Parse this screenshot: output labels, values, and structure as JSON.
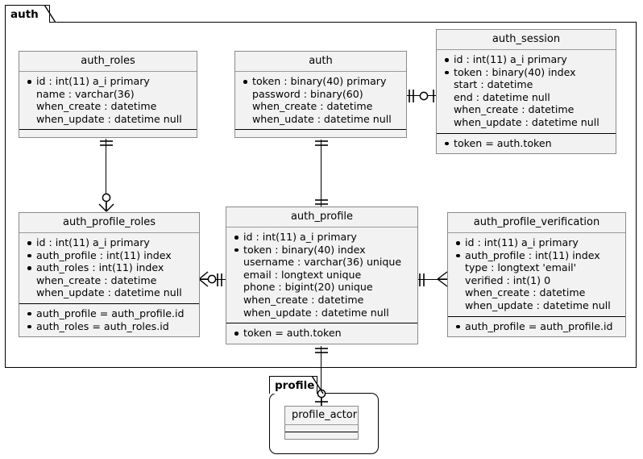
{
  "diagram": {
    "type": "entity-relationship-diagram",
    "packages": [
      {
        "id": "auth",
        "label": "auth"
      },
      {
        "id": "profile",
        "label": "profile"
      }
    ]
  },
  "entities": [
    {
      "id": "auth_roles",
      "package": "auth",
      "title": "auth_roles",
      "attributes": [
        {
          "text": "id : int(11) a_i primary",
          "key": true
        },
        {
          "text": "name : varchar(36)",
          "key": false
        },
        {
          "text": "when_create : datetime",
          "key": false
        },
        {
          "text": "when_update : datetime null",
          "key": false
        }
      ],
      "foreign_keys": []
    },
    {
      "id": "auth",
      "package": "auth",
      "title": "auth",
      "attributes": [
        {
          "text": "token : binary(40) primary",
          "key": true
        },
        {
          "text": "password : binary(60)",
          "key": false
        },
        {
          "text": "when_create : datetime",
          "key": false
        },
        {
          "text": "when_udate : datetime null",
          "key": false
        }
      ],
      "foreign_keys": []
    },
    {
      "id": "auth_session",
      "package": "auth",
      "title": "auth_session",
      "attributes": [
        {
          "text": "id : int(11) a_i primary",
          "key": true
        },
        {
          "text": "token : binary(40) index",
          "key": true
        },
        {
          "text": "start : datetime",
          "key": false
        },
        {
          "text": "end : datetime null",
          "key": false
        },
        {
          "text": "when_create : datetime",
          "key": false
        },
        {
          "text": "when_update : datetime null",
          "key": false
        }
      ],
      "foreign_keys": [
        {
          "text": "token = auth.token",
          "key": true
        }
      ]
    },
    {
      "id": "auth_profile_roles",
      "package": "auth",
      "title": "auth_profile_roles",
      "attributes": [
        {
          "text": "id : int(11) a_i primary",
          "key": true
        },
        {
          "text": "auth_profile : int(11) index",
          "key": true
        },
        {
          "text": "auth_roles : int(11) index",
          "key": true
        },
        {
          "text": "when_create : datetime",
          "key": false
        },
        {
          "text": "when_update : datetime null",
          "key": false
        }
      ],
      "foreign_keys": [
        {
          "text": "auth_profile = auth_profile.id",
          "key": true
        },
        {
          "text": "auth_roles = auth_roles.id",
          "key": true
        }
      ]
    },
    {
      "id": "auth_profile",
      "package": "auth",
      "title": "auth_profile",
      "attributes": [
        {
          "text": "id : int(11) a_i primary",
          "key": true
        },
        {
          "text": "token : binary(40) index",
          "key": true
        },
        {
          "text": "username : varchar(36) unique",
          "key": false
        },
        {
          "text": "email : longtext unique",
          "key": false
        },
        {
          "text": "phone : bigint(20) unique",
          "key": false
        },
        {
          "text": "when_create : datetime",
          "key": false
        },
        {
          "text": "when_update : datetime null",
          "key": false
        }
      ],
      "foreign_keys": [
        {
          "text": "token = auth.token",
          "key": true
        }
      ]
    },
    {
      "id": "auth_profile_verification",
      "package": "auth",
      "title": "auth_profile_verification",
      "attributes": [
        {
          "text": "id : int(11) a_i primary",
          "key": true
        },
        {
          "text": "auth_profile : int(11) index",
          "key": true
        },
        {
          "text": "type : longtext 'email'",
          "key": false
        },
        {
          "text": "verified : int(1) 0",
          "key": false
        },
        {
          "text": "when_create : datetime",
          "key": false
        },
        {
          "text": "when_update : datetime null",
          "key": false
        }
      ],
      "foreign_keys": [
        {
          "text": "auth_profile = auth_profile.id",
          "key": true
        }
      ]
    },
    {
      "id": "profile_actor",
      "package": "profile",
      "title": "profile_actor",
      "attributes": [],
      "foreign_keys": []
    }
  ],
  "relationships": [
    {
      "id": "auth-auth_session",
      "from": "auth",
      "to": "auth_session",
      "from_cardinality": "exactly-one",
      "to_cardinality": "zero-or-one"
    },
    {
      "id": "auth_roles-auth_profile_roles",
      "from": "auth_roles",
      "to": "auth_profile_roles",
      "from_cardinality": "exactly-one",
      "to_cardinality": "zero-or-many"
    },
    {
      "id": "auth-auth_profile",
      "from": "auth",
      "to": "auth_profile",
      "from_cardinality": "exactly-one",
      "to_cardinality": "exactly-one"
    },
    {
      "id": "auth_profile_roles-auth_profile",
      "from": "auth_profile_roles",
      "to": "auth_profile",
      "from_cardinality": "zero-or-many",
      "to_cardinality": "exactly-one"
    },
    {
      "id": "auth_profile-auth_profile_verification",
      "from": "auth_profile",
      "to": "auth_profile_verification",
      "from_cardinality": "exactly-one",
      "to_cardinality": "one-or-many"
    },
    {
      "id": "auth_profile-profile_actor",
      "from": "auth_profile",
      "to": "profile_actor",
      "from_cardinality": "exactly-one",
      "to_cardinality": "zero-or-one"
    }
  ],
  "colors": {
    "entity_fill": "#f2f2f2",
    "entity_border": "#8a8a8a",
    "line": "#000000",
    "background": "#ffffff"
  }
}
